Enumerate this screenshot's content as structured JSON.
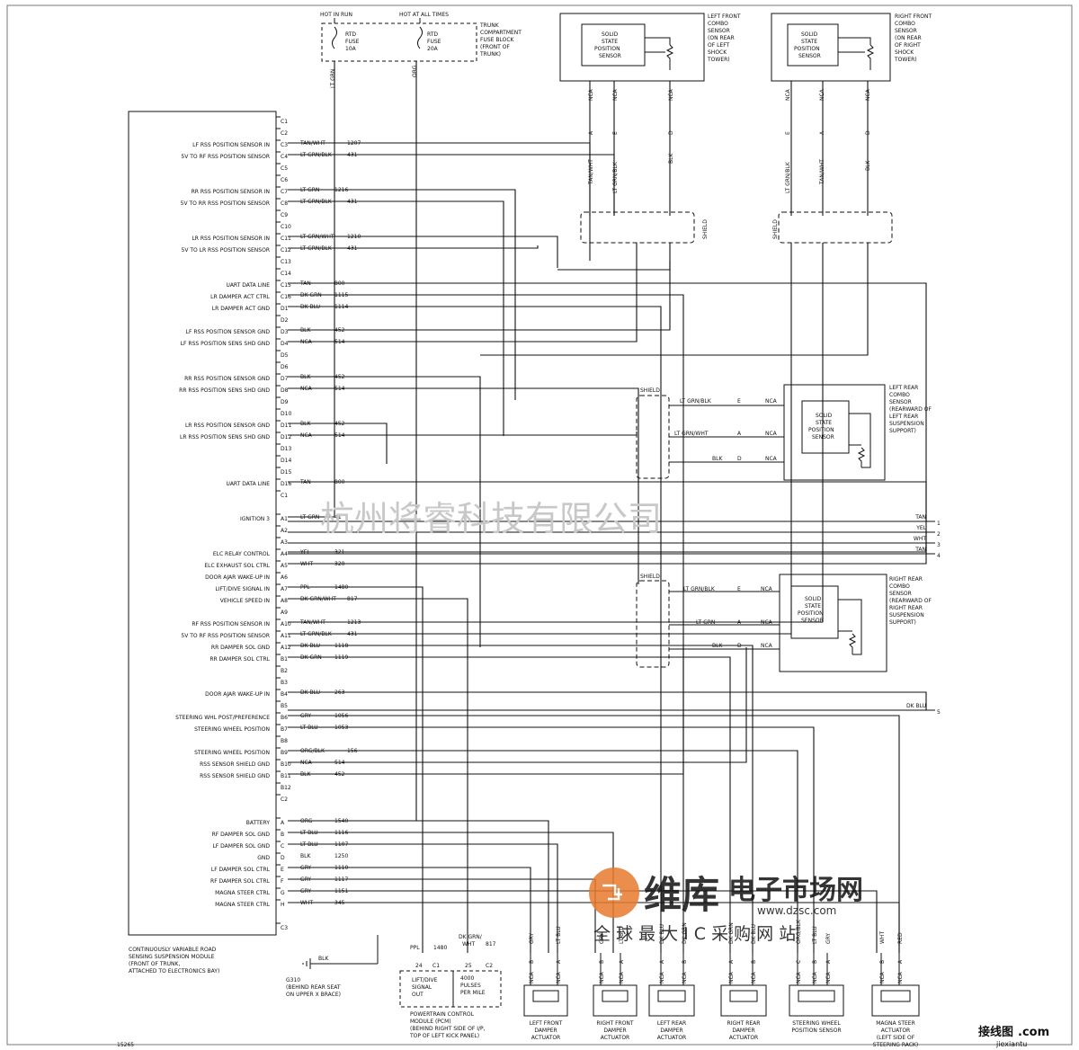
{
  "header": {
    "hot_in_run": "HOT IN RUN",
    "hot_at_all_times": "HOT AT ALL TIMES",
    "fuse1": [
      "RTD",
      "FUSE",
      "10A"
    ],
    "fuse2": [
      "RTD",
      "FUSE",
      "20A"
    ],
    "fuse_block": [
      "TRUNK",
      "COMPARTMENT",
      "FUSE BLOCK",
      "(FRONT OF",
      "TRUNK)"
    ],
    "fuse_wire1": "LT GRN",
    "fuse_wire2": "ORG"
  },
  "sensors": {
    "lf": {
      "box": [
        "SOLID",
        "STATE",
        "POSITION",
        "SENSOR"
      ],
      "desc": [
        "LEFT FRONT",
        "COMBO",
        "SENSOR",
        "(ON REAR",
        "OF LEFT",
        "SHOCK",
        "TOWER)"
      ],
      "nca": [
        "NCA",
        "NCA",
        "NCA"
      ],
      "pins": [
        "A",
        "E",
        "D"
      ],
      "wires": [
        "TAN/WHT",
        "LT GRN/BLK",
        "BLK"
      ],
      "shield": "SHIELD"
    },
    "rf": {
      "box": [
        "SOLID",
        "STATE",
        "POSITION",
        "SENSOR"
      ],
      "desc": [
        "RIGHT FRONT",
        "COMBO",
        "SENSOR",
        "(ON REAR",
        "OF RIGHT",
        "SHOCK",
        "TOWER)"
      ],
      "nca": [
        "NCA",
        "NCA",
        "NCA"
      ],
      "pins": [
        "E",
        "A",
        "D"
      ],
      "wires": [
        "LT GRN/BLK",
        "TAN/WHT",
        "BLK"
      ],
      "shield": "SHIELD"
    },
    "lr": {
      "box": [
        "SOLID",
        "STATE",
        "POSITION",
        "SENSOR"
      ],
      "desc": [
        "LEFT REAR",
        "COMBO",
        "SENSOR",
        "(REARWARD OF",
        "LEFT REAR",
        "SUSPENSION",
        "SUPPORT)"
      ],
      "wires": [
        "LT GRN/BLK",
        "LT GRN/WHT",
        "BLK"
      ],
      "pins": [
        "E",
        "A",
        "D"
      ],
      "nca": [
        "NCA",
        "NCA",
        "NCA"
      ],
      "shield": "SHIELD"
    },
    "rr": {
      "box": [
        "SOLID",
        "STATE",
        "POSITION",
        "SENSOR"
      ],
      "desc": [
        "RIGHT REAR",
        "COMBO",
        "SENSOR",
        "(REARWARD OF",
        "RIGHT REAR",
        "SUSPENSION",
        "SUPPORT)"
      ],
      "wires": [
        "LT GRN/BLK",
        "LT GRN",
        "BLK"
      ],
      "pins": [
        "E",
        "A",
        "D"
      ],
      "nca": [
        "NCA",
        "NCA",
        "NCA"
      ],
      "shield": "SHIELD"
    }
  },
  "module": {
    "name": [
      "CONTINUOUSLY VARIABLE ROAD",
      "SENSING SUSPENSION MODULE",
      "(FRONT OF TRUNK,",
      "ATTACHED TO ELECTRONICS BAY)"
    ],
    "pins": [
      {
        "label": "",
        "pin": "C1",
        "wire": "",
        "circ": ""
      },
      {
        "label": "",
        "pin": "C2",
        "wire": "",
        "circ": ""
      },
      {
        "label": "LF RSS POSITION SENSOR IN",
        "pin": "C3",
        "wire": "TAN/WHT",
        "circ": "1207"
      },
      {
        "label": "5V TO RF RSS POSITION SENSOR",
        "pin": "C4",
        "wire": "LT GRN/BLK",
        "circ": "431"
      },
      {
        "label": "",
        "pin": "C5",
        "wire": "",
        "circ": ""
      },
      {
        "label": "",
        "pin": "C6",
        "wire": "",
        "circ": ""
      },
      {
        "label": "RR RSS POSITION SENSOR IN",
        "pin": "C7",
        "wire": "LT GRN",
        "circ": "1216"
      },
      {
        "label": "5V TO RR RSS POSITION SENSOR",
        "pin": "C8",
        "wire": "LT GRN/BLK",
        "circ": "431"
      },
      {
        "label": "",
        "pin": "C9",
        "wire": "",
        "circ": ""
      },
      {
        "label": "",
        "pin": "C10",
        "wire": "",
        "circ": ""
      },
      {
        "label": "LR RSS POSITION SENSOR IN",
        "pin": "C11",
        "wire": "LT GRN/WHT",
        "circ": "1210"
      },
      {
        "label": "5V TO LR RSS POSITION SENSOR",
        "pin": "C12",
        "wire": "LT GRN/BLK",
        "circ": "431"
      },
      {
        "label": "",
        "pin": "C13",
        "wire": "",
        "circ": ""
      },
      {
        "label": "",
        "pin": "C14",
        "wire": "",
        "circ": ""
      },
      {
        "label": "UART DATA LINE",
        "pin": "C15",
        "wire": "TAN",
        "circ": "800"
      },
      {
        "label": "LR DAMPER ACT CTRL",
        "pin": "C16",
        "wire": "DK GRN",
        "circ": "1115"
      },
      {
        "label": "LR DAMPER ACT GND",
        "pin": "D1",
        "wire": "DK BLU",
        "circ": "1114"
      },
      {
        "label": "",
        "pin": "D2",
        "wire": "",
        "circ": ""
      },
      {
        "label": "LF RSS POSITION SENSOR GND",
        "pin": "D3",
        "wire": "BLK",
        "circ": "452"
      },
      {
        "label": "LF RSS POSITION SENS SHD GND",
        "pin": "D4",
        "wire": "NCA",
        "circ": "514"
      },
      {
        "label": "",
        "pin": "D5",
        "wire": "",
        "circ": ""
      },
      {
        "label": "",
        "pin": "D6",
        "wire": "",
        "circ": ""
      },
      {
        "label": "RR RSS POSITION SENSOR GND",
        "pin": "D7",
        "wire": "BLK",
        "circ": "452"
      },
      {
        "label": "RR RSS POSITION SENS SHD GND",
        "pin": "D8",
        "wire": "NCA",
        "circ": "514"
      },
      {
        "label": "",
        "pin": "D9",
        "wire": "",
        "circ": ""
      },
      {
        "label": "",
        "pin": "D10",
        "wire": "",
        "circ": ""
      },
      {
        "label": "LR RSS POSITION SENSOR GND",
        "pin": "D11",
        "wire": "BLK",
        "circ": "452"
      },
      {
        "label": "LR RSS POSITION SENS SHD GND",
        "pin": "D12",
        "wire": "NCA",
        "circ": "514"
      },
      {
        "label": "",
        "pin": "D13",
        "wire": "",
        "circ": ""
      },
      {
        "label": "",
        "pin": "D14",
        "wire": "",
        "circ": ""
      },
      {
        "label": "",
        "pin": "D15",
        "wire": "",
        "circ": ""
      },
      {
        "label": "UART DATA LINE",
        "pin": "D16",
        "wire": "TAN",
        "circ": "800"
      },
      {
        "label": "",
        "pin": "C1",
        "wire": "",
        "circ": ""
      },
      {
        "label": "",
        "pin": "",
        "wire": "",
        "circ": ""
      },
      {
        "label": "IGNITION 3",
        "pin": "A1",
        "wire": "LT GRN",
        "circ": "41"
      },
      {
        "label": "",
        "pin": "A2",
        "wire": "",
        "circ": ""
      },
      {
        "label": "",
        "pin": "A3",
        "wire": "",
        "circ": ""
      },
      {
        "label": "ELC RELAY CONTROL",
        "pin": "A4",
        "wire": "YEL",
        "circ": "321"
      },
      {
        "label": "ELC EXHAUST SOL CTRL",
        "pin": "A5",
        "wire": "WHT",
        "circ": "320"
      },
      {
        "label": "DOOR AJAR WAKE-UP IN",
        "pin": "A6",
        "wire": "",
        "circ": ""
      },
      {
        "label": "LIFT/DIVE SIGNAL IN",
        "pin": "A7",
        "wire": "PPL",
        "circ": "1480"
      },
      {
        "label": "VEHICLE SPEED IN",
        "pin": "A8",
        "wire": "DK GRN/WHT",
        "circ": "817"
      },
      {
        "label": "",
        "pin": "A9",
        "wire": "",
        "circ": ""
      },
      {
        "label": "RF RSS POSITION SENSOR IN",
        "pin": "A10",
        "wire": "TAN/WHT",
        "circ": "1213"
      },
      {
        "label": "5V TO RF RSS POSITION SENSOR",
        "pin": "A11",
        "wire": "LT GRN/BLK",
        "circ": "431"
      },
      {
        "label": "RR DAMPER SOL GND",
        "pin": "A12",
        "wire": "DK BLU",
        "circ": "1118"
      },
      {
        "label": "RR DAMPER SOL CTRL",
        "pin": "B1",
        "wire": "DK GRN",
        "circ": "1119"
      },
      {
        "label": "",
        "pin": "B2",
        "wire": "",
        "circ": ""
      },
      {
        "label": "",
        "pin": "B3",
        "wire": "",
        "circ": ""
      },
      {
        "label": "DOOR AJAR WAKE-UP IN",
        "pin": "B4",
        "wire": "DK BLU",
        "circ": "263"
      },
      {
        "label": "",
        "pin": "B5",
        "wire": "",
        "circ": ""
      },
      {
        "label": "STEERING WHL POST/PREFERENCE",
        "pin": "B6",
        "wire": "GRY",
        "circ": "1056"
      },
      {
        "label": "STEERING WHEEL POSITION",
        "pin": "B7",
        "wire": "LT BLU",
        "circ": "1053"
      },
      {
        "label": "",
        "pin": "B8",
        "wire": "",
        "circ": ""
      },
      {
        "label": "STEERING WHEEL POSITION",
        "pin": "B9",
        "wire": "ORG/BLK",
        "circ": "156"
      },
      {
        "label": "RSS SENSOR SHIELD GND",
        "pin": "B10",
        "wire": "NCA",
        "circ": "514"
      },
      {
        "label": "RSS SENSOR SHIELD GND",
        "pin": "B11",
        "wire": "BLK",
        "circ": "452"
      },
      {
        "label": "",
        "pin": "B12",
        "wire": "",
        "circ": ""
      },
      {
        "label": "",
        "pin": "C2",
        "wire": "",
        "circ": ""
      },
      {
        "label": "",
        "pin": "",
        "wire": "",
        "circ": ""
      },
      {
        "label": "BATTERY",
        "pin": "A",
        "wire": "ORG",
        "circ": "1540"
      },
      {
        "label": "RF DAMPER SOL GND",
        "pin": "B",
        "wire": "LT BLU",
        "circ": "1116"
      },
      {
        "label": "LF DAMPER SOL GND",
        "pin": "C",
        "wire": "LT BLU",
        "circ": "1107"
      },
      {
        "label": "GND",
        "pin": "D",
        "wire": "BLK",
        "circ": "1250"
      },
      {
        "label": "LF DAMPER SOL CTRL",
        "pin": "E",
        "wire": "GRY",
        "circ": "1110"
      },
      {
        "label": "RF DAMPER SOL CTRL",
        "pin": "F",
        "wire": "GRY",
        "circ": "1117"
      },
      {
        "label": "MAGNA STEER CTRL",
        "pin": "G",
        "wire": "GRY",
        "circ": "1151"
      },
      {
        "label": "MAGNA STEER CTRL",
        "pin": "H",
        "wire": "WHT",
        "circ": "345"
      },
      {
        "label": "",
        "pin": "",
        "wire": "",
        "circ": ""
      },
      {
        "label": "",
        "pin": "C3",
        "wire": "",
        "circ": ""
      }
    ]
  },
  "right_outputs": [
    {
      "wire": "TAN",
      "num": "1"
    },
    {
      "wire": "YEL",
      "num": "2"
    },
    {
      "wire": "WHT",
      "num": "3"
    },
    {
      "wire": "TAN",
      "num": "4"
    },
    {
      "wire": "DK BLU",
      "num": "5"
    }
  ],
  "ground": {
    "wire": "BLK",
    "name": [
      "G310",
      "(BEHIND REAR SEAT",
      "ON UPPER X BRACE)"
    ]
  },
  "pcm": {
    "wires": [
      "PPL",
      "1480",
      "DK GRN/",
      "WHT",
      "817"
    ],
    "pins": [
      "24",
      "C1",
      "25",
      "C2"
    ],
    "box": [
      "LIFT/DIVE",
      "SIGNAL",
      "OUT",
      "4000",
      "PULSES",
      "PER MILE"
    ],
    "name": [
      "POWERTRAIN CONTROL",
      "MODULE (PCM)",
      "(BEHIND RIGHT SIDE OF I/P,",
      "TOP OF LEFT KICK PANEL)"
    ]
  },
  "actuators": [
    {
      "name": [
        "LEFT FRONT",
        "DAMPER",
        "ACTUATOR"
      ],
      "wires": [
        "GRY",
        "LT BLU"
      ],
      "pins": [
        "B",
        "A"
      ]
    },
    {
      "name": [
        "RIGHT FRONT",
        "DAMPER",
        "ACTUATOR"
      ],
      "wires": [
        "GRY",
        "LT BLU"
      ],
      "pins": [
        "B",
        "A"
      ]
    },
    {
      "name": [
        "LEFT REAR",
        "DAMPER",
        "ACTUATOR"
      ],
      "wires": [
        "DK BLU",
        "DK GRN"
      ],
      "pins": [
        "A",
        "B"
      ]
    },
    {
      "name": [
        "RIGHT REAR",
        "DAMPER",
        "ACTUATOR"
      ],
      "wires": [
        "DK GRN",
        "DK BLU"
      ],
      "pins": [
        "A",
        "B"
      ]
    },
    {
      "name": [
        "STEERING WHEEL",
        "POSITION SENSOR"
      ],
      "wires": [
        "ORG/BLK",
        "LT BLU",
        "GRY"
      ],
      "pins": [
        "C",
        "B",
        "A"
      ]
    },
    {
      "name": [
        "MAGNA STEER",
        "ACTUATOR",
        "(LEFT SIDE OF",
        "STEERING RACK)"
      ],
      "wires": [
        "WHT",
        "RED"
      ],
      "pins": [
        "B",
        "A"
      ]
    }
  ],
  "nca": "NCA",
  "watermark": {
    "cn_company": "杭州将睿科技有限公司",
    "logo_cn": "维库",
    "logo_market": "电子市场网",
    "logo_url": "www.dzsc.com",
    "logo_slogan": "全 球 最 大 I C 采 购 网 站",
    "corner_logo": "接线图",
    "corner_url": "jiexiantu",
    "corner_com": ".com"
  },
  "doc_number": "15265",
  "colors": {
    "line": "#111111",
    "watermark_orange": "#e87a2d",
    "watermark_gray": "#cccccc"
  }
}
